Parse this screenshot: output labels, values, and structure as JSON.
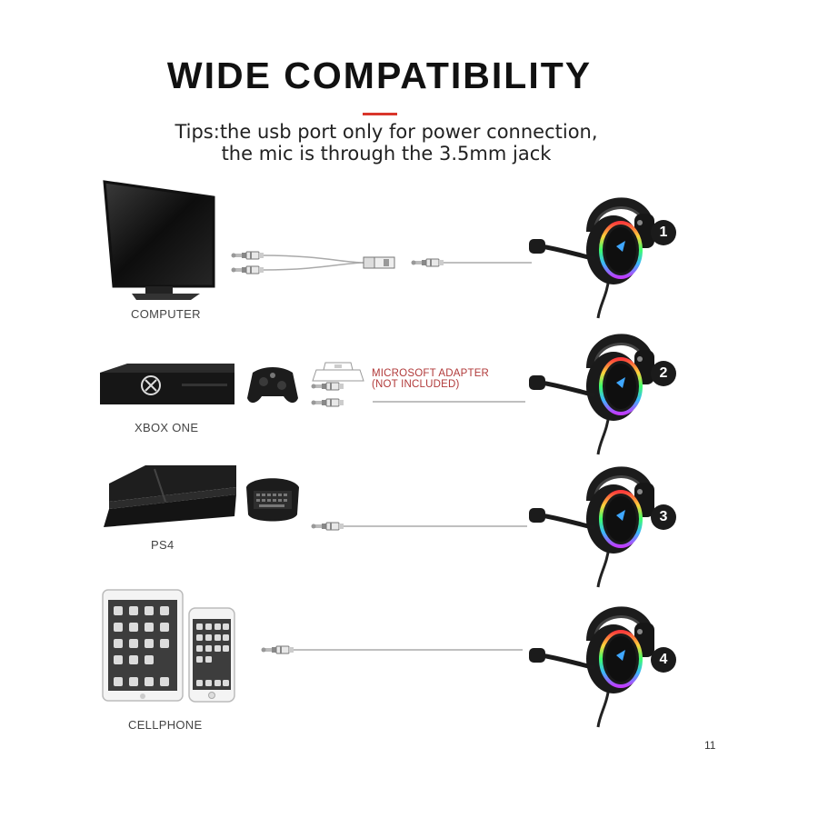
{
  "header": {
    "title": "WIDE COMPATIBILITY",
    "tips_line1": "Tips:the usb port only for power connection,",
    "tips_line2": "the mic is through the 3.5mm jack"
  },
  "devices": [
    {
      "label": "COMPUTER",
      "number": "1"
    },
    {
      "label": "XBOX ONE",
      "number": "2"
    },
    {
      "label": "PS4",
      "number": "3"
    },
    {
      "label": "CELLPHONE",
      "number": "4"
    }
  ],
  "adapter_note": {
    "line1": "MICROSOFT ADAPTER",
    "line2": "(NOT INCLUDED)"
  },
  "page_number": "11",
  "colors": {
    "accent_red": "#d9362b",
    "adapter_text": "#b13a3a",
    "badge": "#1b1b1b"
  },
  "icons": [
    "monitor-icon",
    "xbox-console-icon",
    "xbox-controller-icon",
    "ps4-console-icon",
    "keyboard-controller-icon",
    "tablet-icon",
    "phone-icon",
    "headset-icon",
    "audio-jack-icon",
    "splitter-cable-icon",
    "xbox-adapter-icon"
  ]
}
